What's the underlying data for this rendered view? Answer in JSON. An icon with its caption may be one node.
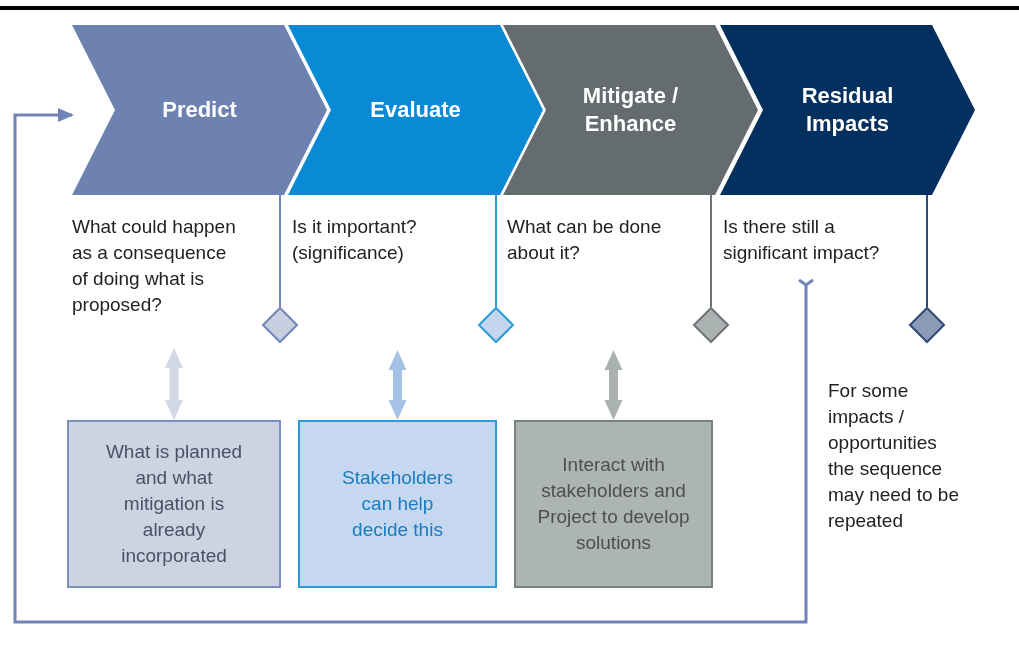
{
  "diagram": {
    "nodes": [
      {
        "text": [
          "Predict"
        ]
      },
      {
        "text": [
          "Evaluate"
        ]
      },
      {
        "text": [
          "Mitigate / Enhance"
        ]
      },
      {
        "text": [
          "Residual Impacts"
        ]
      },
      {
        "text": [
          "What could happen as a consequence of doing what is proposed?"
        ]
      },
      {
        "text": [
          "Is it important? (significance)"
        ]
      },
      {
        "text": [
          "What can be done about it?"
        ]
      },
      {
        "text": [
          "Is there still a significant impact?"
        ]
      },
      {
        "text": [],
        "shape": "diamond"
      },
      {
        "text": [],
        "shape": "diamond"
      },
      {
        "text": [],
        "shape": "diamond"
      },
      {
        "text": [],
        "shape": "diamond"
      },
      {
        "text": [
          "What is planned and what mitigation is already incorporated"
        ]
      },
      {
        "text": [
          "Stakeholders can help decide this"
        ]
      },
      {
        "text": [
          "Interact with stakeholders and Project to develop solutions"
        ]
      }
    ],
    "edges": [
      {
        "from": 0,
        "to": 8,
        "arrow": "none",
        "color": "#7085b5"
      },
      {
        "from": 1,
        "to": 9,
        "arrow": "none",
        "color": "#2a9bd8"
      },
      {
        "from": 2,
        "to": 10,
        "arrow": "none",
        "color": "#6e7477"
      },
      {
        "from": 3,
        "to": 11,
        "arrow": "none",
        "color": "#2c4a74"
      },
      {
        "from": 4,
        "to": 12,
        "arrow": "both",
        "style": "thick",
        "color": "#d2d8e6"
      },
      {
        "from": null,
        "to": 13,
        "arrow": "both",
        "style": "thick",
        "color": "#a6c1e6"
      },
      {
        "from": null,
        "to": 14,
        "arrow": "both",
        "style": "thick",
        "color": "#a9b2b0"
      },
      {
        "from": 7,
        "to": 0,
        "arrow": "to",
        "color": "#7085b5"
      }
    ],
    "labels": [
      "For some impacts / opportunities the sequence may need to be repeated"
    ]
  }
}
